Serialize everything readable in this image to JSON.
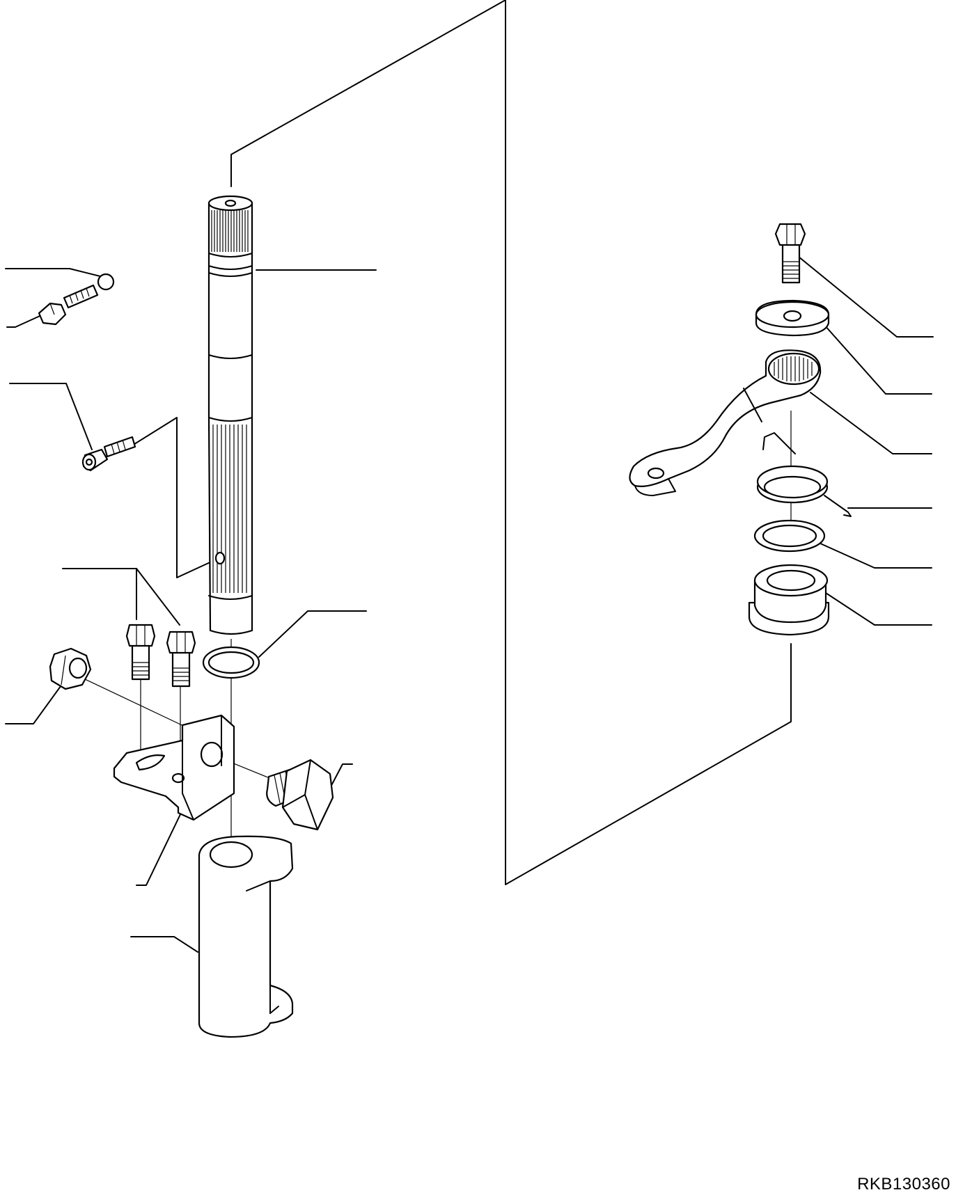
{
  "drawing_id": "RKB130360",
  "colors": {
    "line": "#000000",
    "background": "#ffffff"
  },
  "parts": [
    "steel-ball",
    "lock-bolt",
    "socket-head-screw",
    "steering-shaft",
    "mounting-bolt",
    "mounting-bolt",
    "lock-nut",
    "o-ring",
    "stopper-bracket",
    "stopper-bolt",
    "column-housing",
    "arm-bolt",
    "washer",
    "steering-arm",
    "return-spring",
    "spacer-ring",
    "bushing"
  ]
}
